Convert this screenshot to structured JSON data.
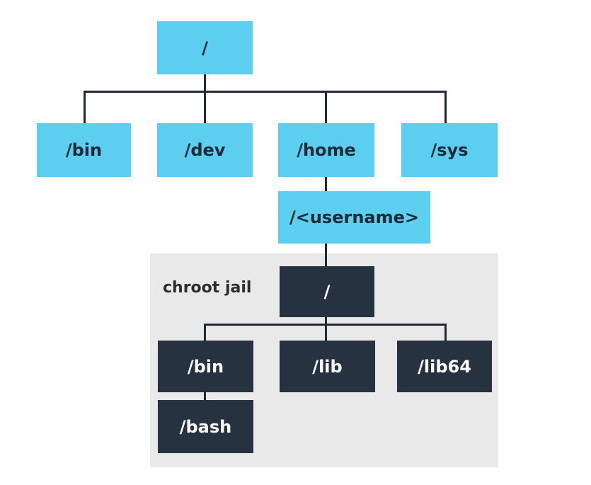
{
  "host_tree": {
    "root": "/",
    "children": [
      "/bin",
      "/dev",
      "/home",
      "/sys"
    ],
    "home_child": "/<username>"
  },
  "jail": {
    "label": "chroot jail",
    "root": "/",
    "children": [
      "/bin",
      "/lib",
      "/lib64"
    ],
    "bin_child": "/bash"
  },
  "colors": {
    "host_node": "#5ccef0",
    "jail_node": "#273240",
    "jail_background": "#e9e9e9",
    "connector": "#1f2a36"
  }
}
